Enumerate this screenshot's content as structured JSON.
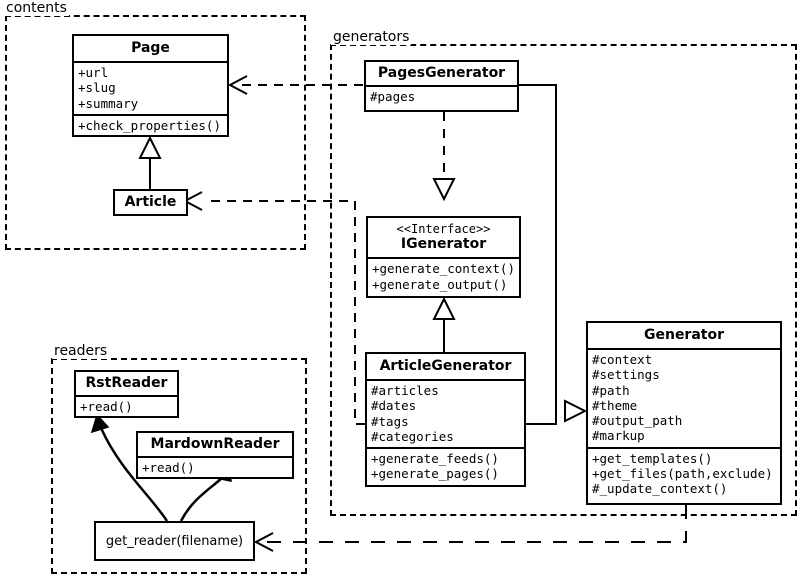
{
  "diagram": {
    "title": "Pelican architecture UML class diagram",
    "background": "#ffffff",
    "line_color": "#000000"
  },
  "packages": [
    {
      "id": "contents",
      "label": "contents"
    },
    {
      "id": "generators",
      "label": "generators"
    },
    {
      "id": "readers",
      "label": "readers"
    }
  ],
  "classes": {
    "page": {
      "name": "Page",
      "attributes": [
        "+url",
        "+slug",
        "+summary"
      ],
      "methods": [
        "+check_properties()"
      ]
    },
    "article": {
      "name": "Article",
      "attributes": [],
      "methods": []
    },
    "pages_generator": {
      "name": "PagesGenerator",
      "attributes": [
        "#pages"
      ],
      "methods": []
    },
    "igenerator": {
      "stereotype": "<<Interface>>",
      "name": "IGenerator",
      "attributes": [],
      "methods": [
        "+generate_context()",
        "+generate_output()"
      ]
    },
    "article_generator": {
      "name": "ArticleGenerator",
      "attributes": [
        "#articles",
        "#dates",
        "#tags",
        "#categories"
      ],
      "methods": [
        "+generate_feeds()",
        "+generate_pages()"
      ]
    },
    "generator": {
      "name": "Generator",
      "attributes": [
        "#context",
        "#settings",
        "#path",
        "#theme",
        "#output_path",
        "#markup"
      ],
      "methods": [
        "+get_templates()",
        "+get_files(path,exclude)",
        "#_update_context()"
      ]
    },
    "rst_reader": {
      "name": "RstReader",
      "attributes": [],
      "methods": [
        "+read()"
      ]
    },
    "mardown_reader": {
      "name": "MardownReader",
      "attributes": [],
      "methods": [
        "+read()"
      ]
    },
    "get_reader": {
      "name": "get_reader(filename)"
    }
  },
  "relationships": [
    {
      "from": "article",
      "to": "page",
      "type": "generalization"
    },
    {
      "from": "pages_generator",
      "to": "page",
      "type": "dependency"
    },
    {
      "from": "article_generator",
      "to": "article",
      "type": "dependency"
    },
    {
      "from": "pages_generator",
      "to": "igenerator",
      "type": "realization"
    },
    {
      "from": "article_generator",
      "to": "igenerator",
      "type": "generalization"
    },
    {
      "from": "pages_generator",
      "to": "generator",
      "type": "generalization"
    },
    {
      "from": "article_generator",
      "to": "generator",
      "type": "generalization"
    },
    {
      "from": "generator",
      "to": "get_reader",
      "type": "dependency"
    },
    {
      "from": "get_reader",
      "to": "rst_reader",
      "type": "call"
    },
    {
      "from": "get_reader",
      "to": "mardown_reader",
      "type": "call"
    }
  ]
}
